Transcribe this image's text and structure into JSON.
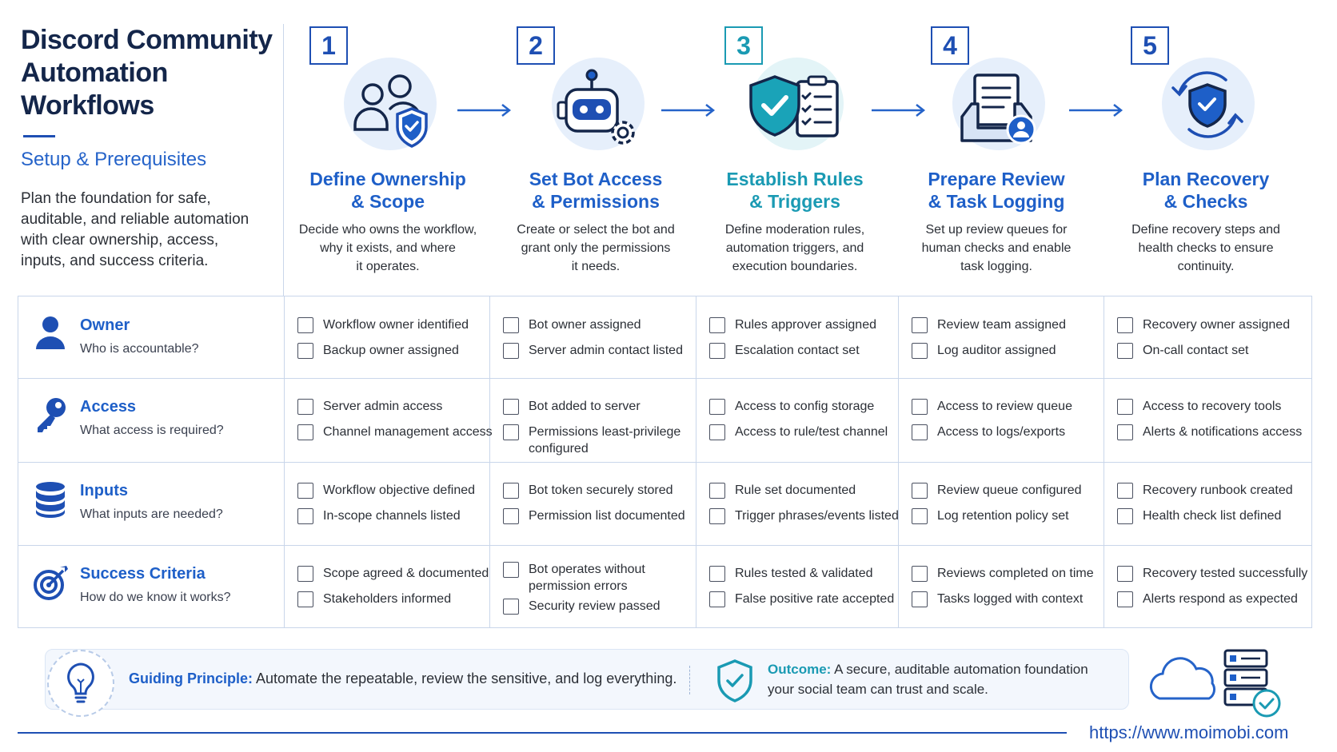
{
  "intro": {
    "title_line1": "Discord Community",
    "title_line2": "Automation",
    "title_line3": "Workflows",
    "subtitle": "Setup & Prerequisites",
    "description": "Plan the foundation for safe, auditable, and reliable automation with clear ownership, access, inputs, and success criteria."
  },
  "steps": [
    {
      "number": "1",
      "title_line1": "Define Ownership",
      "title_line2": "& Scope",
      "desc_line1": "Decide who owns the workflow,",
      "desc_line2": "why it exists, and where",
      "desc_line3": "it operates.",
      "icon": "users-shield-icon"
    },
    {
      "number": "2",
      "title_line1": "Set Bot Access",
      "title_line2": "& Permissions",
      "desc_line1": "Create or select the bot and",
      "desc_line2": "grant only the permissions",
      "desc_line3": "it needs.",
      "icon": "bot-gear-icon"
    },
    {
      "number": "3",
      "title_line1": "Establish Rules",
      "title_line2": "& Triggers",
      "desc_line1": "Define moderation rules,",
      "desc_line2": "automation triggers, and",
      "desc_line3": "execution boundaries.",
      "icon": "shield-checklist-icon"
    },
    {
      "number": "4",
      "title_line1": "Prepare Review",
      "title_line2": "& Task Logging",
      "desc_line1": "Set up review queues for",
      "desc_line2": "human checks and enable",
      "desc_line3": "task logging.",
      "icon": "inbox-document-user-icon"
    },
    {
      "number": "5",
      "title_line1": "Plan Recovery",
      "title_line2": "& Checks",
      "desc_line1": "Define recovery steps and",
      "desc_line2": "health checks to ensure",
      "desc_line3": "continuity.",
      "icon": "shield-refresh-icon"
    }
  ],
  "rows": [
    {
      "title": "Owner",
      "subtitle": "Who is accountable?",
      "icon": "person-icon",
      "cells": [
        [
          "Workflow owner identified",
          "Backup owner assigned"
        ],
        [
          "Bot owner assigned",
          "Server admin contact listed"
        ],
        [
          "Rules approver assigned",
          "Escalation contact set"
        ],
        [
          "Review team assigned",
          "Log auditor assigned"
        ],
        [
          "Recovery owner assigned",
          "On-call contact set"
        ]
      ]
    },
    {
      "title": "Access",
      "subtitle": "What access is required?",
      "icon": "key-icon",
      "cells": [
        [
          "Server admin access",
          "Channel management access"
        ],
        [
          "Bot added to server",
          "Permissions least-privilege configured"
        ],
        [
          "Access to config storage",
          "Access to rule/test channel"
        ],
        [
          "Access to review queue",
          "Access to logs/exports"
        ],
        [
          "Access to recovery tools",
          "Alerts & notifications access"
        ]
      ]
    },
    {
      "title": "Inputs",
      "subtitle": "What inputs are needed?",
      "icon": "database-icon",
      "cells": [
        [
          "Workflow objective defined",
          "In-scope channels listed"
        ],
        [
          "Bot token securely stored",
          "Permission list documented"
        ],
        [
          "Rule set documented",
          "Trigger phrases/events listed"
        ],
        [
          "Review queue configured",
          "Log retention policy set"
        ],
        [
          "Recovery runbook created",
          "Health check list defined"
        ]
      ]
    },
    {
      "title": "Success Criteria",
      "subtitle": "How do we know it works?",
      "icon": "target-icon",
      "cells": [
        [
          "Scope agreed & documented",
          "Stakeholders informed"
        ],
        [
          "Bot operates without permission errors",
          "Security review passed"
        ],
        [
          "Rules tested & validated",
          "False positive rate accepted"
        ],
        [
          "Reviews completed on time",
          "Tasks logged with context"
        ],
        [
          "Recovery tested successfully",
          "Alerts respond as expected"
        ]
      ]
    }
  ],
  "footer": {
    "principle_label": "Guiding Principle:",
    "principle_text": " Automate the repeatable, review the sensitive, and log everything.",
    "outcome_label": "Outcome:",
    "outcome_text": " A secure, auditable automation foundation your social team can trust and scale."
  },
  "url": "https://www.moimobi.com",
  "colors": {
    "primary": "#1e5fc8",
    "navy": "#14264a",
    "teal": "#1a9ab3",
    "grid": "#c9d6ea"
  }
}
